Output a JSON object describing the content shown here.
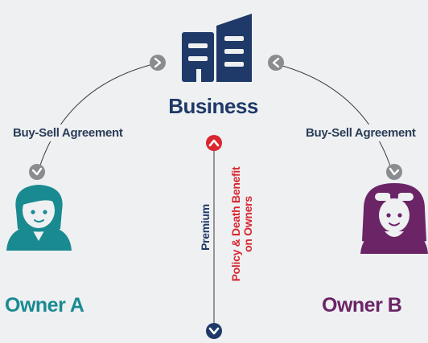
{
  "business": {
    "label": "Business",
    "icon": "office-buildings-icon",
    "color": "#1f3a68"
  },
  "agreements": {
    "left": "Buy-Sell Agreement",
    "right": "Buy-Sell Agreement"
  },
  "owners": {
    "a": {
      "label": "Owner A",
      "icon": "person-icon",
      "color": "#1a8a91"
    },
    "b": {
      "label": "Owner B",
      "icon": "person-with-sunglasses-icon",
      "color": "#6b2466"
    }
  },
  "flow": {
    "premium": "Premium",
    "policy_line1": "Policy & Death Benefit",
    "policy_line2": "on Owners",
    "up_color": "#d9262f",
    "down_color": "#1f3a68"
  },
  "colors": {
    "background": "#eef0f2",
    "connector": "#3b3b3b",
    "arrow_badge": "#8a8c8f"
  }
}
